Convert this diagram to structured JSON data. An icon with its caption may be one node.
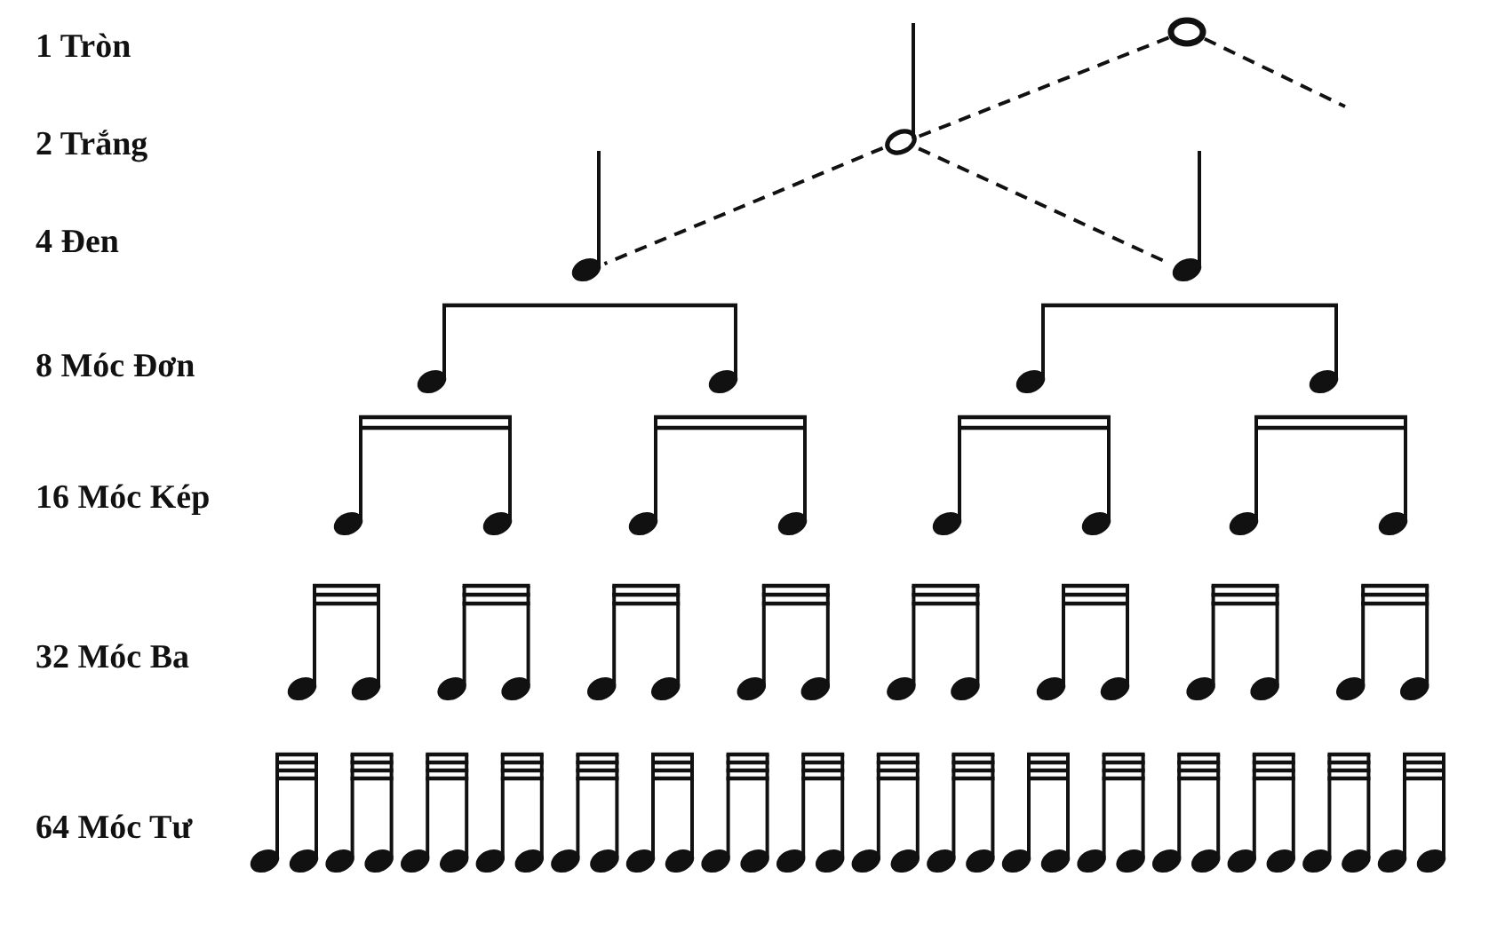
{
  "diagram": {
    "nodes": [
      {
        "text": [],
        "shape": "circle"
      },
      {
        "text": [],
        "shape": "picture"
      },
      {
        "text": [],
        "shape": "picture"
      },
      {
        "text": [],
        "shape": "picture"
      }
    ],
    "edges": [
      {
        "from": 0,
        "to": 1,
        "arrow": "none",
        "style": "dashed"
      },
      {
        "from": 0,
        "to": null,
        "arrow": "none",
        "style": "dashed"
      },
      {
        "from": 1,
        "to": 2,
        "arrow": "none",
        "style": "dashed"
      },
      {
        "from": 1,
        "to": 3,
        "arrow": "none",
        "style": "dashed"
      }
    ],
    "labels": [
      "1 Tròn",
      "2 Trắng",
      "4 Đen",
      "8 Móc Đơn",
      "16 Móc Kép",
      "32 Móc Ba",
      "64 Móc Tư"
    ]
  }
}
